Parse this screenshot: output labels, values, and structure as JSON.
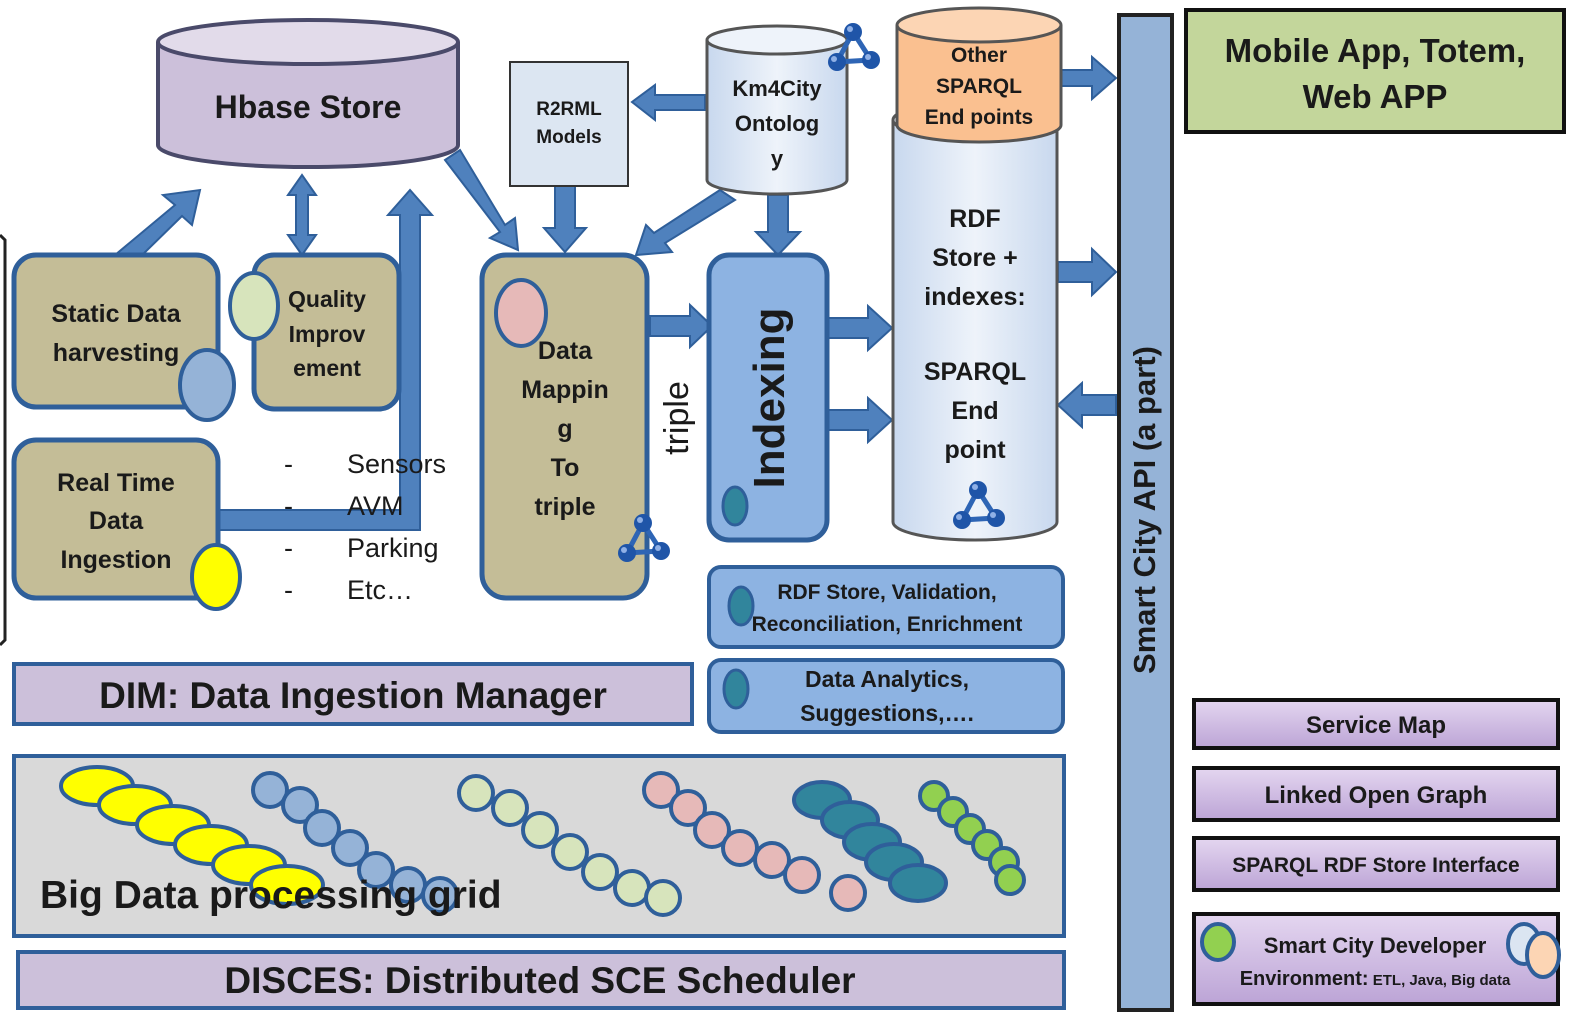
{
  "hbase": {
    "label": "Hbase Store"
  },
  "r2rml": {
    "line1": "R2RML",
    "line2": "Models"
  },
  "km4city": {
    "line1": "Km4City",
    "line2": "Ontolog",
    "line3": "y"
  },
  "other_sparql": {
    "line1": "Other",
    "line2": "SPARQL",
    "line3": "End points"
  },
  "rdf_store": {
    "line1": "RDF",
    "line2": "Store +",
    "line3": "indexes:",
    "line4": "SPARQL",
    "line5": "End",
    "line6": "point"
  },
  "static_data": {
    "line1": "Static Data",
    "line2": "harvesting"
  },
  "quality": {
    "line1": "Quality",
    "line2": "Improv",
    "line3": "ement"
  },
  "realtime": {
    "line1": "Real Time",
    "line2": "Data",
    "line3": "Ingestion"
  },
  "sources": [
    "Sensors",
    "AVM",
    "Parking",
    "Etc…"
  ],
  "source_bullet": "-",
  "mapping": {
    "line1": "Data",
    "line2": "Mappin",
    "line3": "g",
    "line4": "To",
    "line5": "triple"
  },
  "triple_label": "triple",
  "indexing": {
    "label": "Indexing"
  },
  "rdf_validation": {
    "line1": "RDF Store, Validation,",
    "line2": "Reconciliation, Enrichment"
  },
  "analytics": {
    "line1": "Data Analytics,",
    "line2": "Suggestions,…."
  },
  "dim": {
    "label": "DIM: Data Ingestion Manager"
  },
  "grid": {
    "label": "Big Data processing grid"
  },
  "disces": {
    "label": "DISCES: Distributed SCE Scheduler"
  },
  "api": {
    "label": "Smart City API (a part)"
  },
  "mobile": {
    "line1": "Mobile App, Totem,",
    "line2": "Web APP"
  },
  "service_map": {
    "label": "Service Map"
  },
  "linked_open_graph": {
    "label": "Linked Open Graph"
  },
  "sparql_interface": {
    "label": "SPARQL RDF Store Interface"
  },
  "developer": {
    "line1": "Smart City Developer",
    "line2a": "Environment:",
    "line2b": " ETL, Java, Big data"
  },
  "colors": {
    "purple": "#ccc0da",
    "tan": "#c4bd97",
    "blue": "#8db3e2",
    "lightblue": "#dce6f2",
    "arrow": "#4f81bd",
    "green": "#d7e4bc",
    "orange": "#fac090",
    "api": "#95b3d7",
    "grid_bg": "#d9d9d9",
    "yellow": "#ffff00",
    "teal": "#31859c",
    "pink": "#e6b9b8",
    "lightgreen": "#92d050"
  }
}
